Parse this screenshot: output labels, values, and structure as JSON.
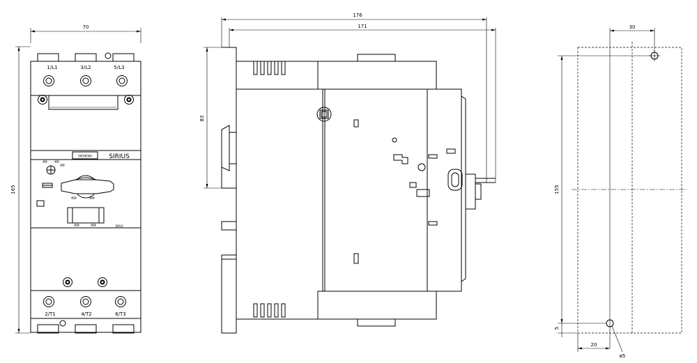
{
  "front_view": {
    "dim_width": "70",
    "dim_height": "165",
    "terminals_top": [
      "1/L1",
      "3/L2",
      "5/L3"
    ],
    "terminals_bottom": [
      "2/T1",
      "4/T2",
      "6/T3"
    ],
    "brand_logo": "SIEMENS",
    "product_name": "SIRIUS",
    "model_label": "3RV2"
  },
  "side_view": {
    "dim_overall_depth": "176",
    "dim_depth": "171",
    "dim_rail_height": "83"
  },
  "mounting_view": {
    "dim_hole_offset_top": "30",
    "dim_hole_spacing": "155",
    "dim_bottom_offset": "5",
    "dim_hole_offset_bottom": "20",
    "dim_hole_diameter": "ø5"
  }
}
